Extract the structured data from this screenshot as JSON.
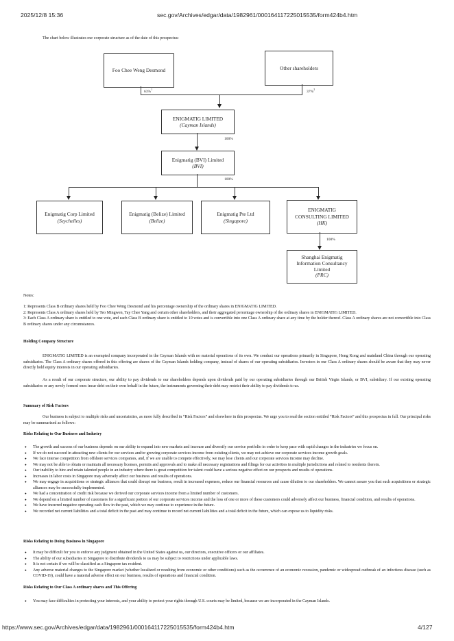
{
  "browser_header": {
    "datetime": "2025/12/8 15:36",
    "url_title": "sec.gov/Archives/edgar/data/1982961/000164117225015535/form424b4.htm"
  },
  "intro": "The chart below illustrates our corporate structure as of the date of this prospectus:",
  "diagram": {
    "shareholder_1": "Foo Chee Weng Desmond",
    "shareholder_2": "Other shareholders",
    "pct_1": "63%",
    "pct_1_note": "1",
    "pct_2": "37%",
    "pct_2_note": "2",
    "parent": {
      "name": "ENIGMATIG LIMITED",
      "jurisdiction": "(Cayman Islands)"
    },
    "parent_to_bvi_pct": "100%",
    "bvi": {
      "name": "Enigmatig (BVI) Limited",
      "jurisdiction": "(BVI)"
    },
    "bvi_to_subs_pct": "100%",
    "subsidiaries": [
      {
        "name": "Enigmatig Corp Limited",
        "jurisdiction": "(Seychelles)"
      },
      {
        "name": "Enigmatig (Belize) Limited",
        "jurisdiction": "(Belize)"
      },
      {
        "name": "Enigmatig Pte Ltd",
        "jurisdiction": "(Singapore)"
      },
      {
        "name_line1": "ENIGMATIG",
        "name_line2": "CONSULTING LIMITED",
        "jurisdiction": "(HK)"
      }
    ],
    "hk_to_shanghai_pct": "100%",
    "shanghai": {
      "line1": "Shanghai Enigmatig",
      "line2": "Information Consultancy",
      "line3": "Limited",
      "jurisdiction": "(PRC)"
    }
  },
  "notes": {
    "title": "Notes:",
    "items": [
      "1: Represents Class B ordinary shares held by Foo Chee Weng Desmond and his percentage ownership of the ordinary shares in ENIGMATIG LIMITED.",
      "2: Represents Class A ordinary shares held by Teo Mingwen, Tay Chee Yang and certain other shareholders, and their aggregated percentage ownership of the ordinary shares in ENIGMATIG LIMITED.",
      "3: Each Class A ordinary share is entitled to one vote, and each Class B ordinary share is entitled to 10 votes and is convertible into one Class A ordinary share at any time by the holder thereof. Class A ordinary shares are not convertible into Class B ordinary shares under any circumstances."
    ]
  },
  "holding": {
    "heading": "Holding Company Structure",
    "p1": "ENIGMATIG LIMITED is an exempted company incorporated in the Cayman Islands with no material operations of its own. We conduct our operations primarily in Singapore, Hong Kong and mainland China through our operating subsidiaries. The Class A ordinary shares offered in this offering are shares of the Cayman Islands holding company, instead of shares of our operating subsidiaries. Investors in our Class A ordinary shares should be aware that they may never directly hold equity interests in our operating subsidiaries.",
    "p2": "As a result of our corporate structure, our ability to pay dividends to our shareholders depends upon dividends paid by our operating subsidiaries through our British Virgin Islands, or BVI, subsidiary. If our existing operating subsidiaries or any newly formed ones incur debt on their own behalf in the future, the instruments governing their debt may restrict their ability to pay dividends to us."
  },
  "summary": {
    "heading": "Summary of Risk Factors",
    "p1": "Our business is subject to multiple risks and uncertainties, as more fully described in “Risk Factors” and elsewhere in this prospectus. We urge you to read the section entitled “Risk Factors” and this prospectus in full. Our principal risks may be summarized as follows:"
  },
  "risks_business": {
    "heading": "Risks Relating to Our Business and Industry",
    "items": [
      "The growth and success of our business depends on our ability to expand into new markets and increase and diversify our service portfolio in order to keep pace with rapid changes in the industries we focus on.",
      "If we do not succeed in attracting new clients for our services and/or growing corporate services income from existing clients, we may not achieve our corporate services income growth goals.",
      "We face intense competition from offshore services companies, and, if we are unable to compete effectively, we may lose clients and our corporate services income may decline.",
      "We may not be able to obtain or maintain all necessary licenses, permits and approvals and to make all necessary registrations and filings for our activities in multiple jurisdictions and related to residents therein.",
      "Our inability to hire and retain talented people in an industry where there is great competition for talent could have a serious negative effect on our prospects and results of operations.",
      "Increases in labor costs in Singapore may adversely affect our business and results of operations.",
      "We may engage in acquisitions or strategic alliances that could disrupt our business, result in increased expenses, reduce our financial resources and cause dilution to our shareholders. We cannot assure you that such acquisitions or strategic alliances may be successfully implemented.",
      "We had a concentration of credit risk because we derived our corporate services income from a limited number of customers.",
      "We depend on a limited number of customers for a significant portion of our corporate services income and the loss of one or more of these customers could adversely affect our business, financial condition, and results of operations.",
      "We have incurred negative operating cash flow in the past, which we may continue to experience in the future.",
      "We recorded net current liabilities and a total deficit in the past and may continue to record net current liabilities and a total deficit in the future, which can expose us to liquidity risks."
    ]
  },
  "risks_singapore": {
    "heading": "Risks Relating to Doing Business in Singapore",
    "items": [
      "It may be difficult for you to enforce any judgment obtained in the United States against us, our directors, executive officers or our affiliates.",
      "The ability of our subsidiaries in Singapore to distribute dividends to us may be subject to restrictions under applicable laws.",
      "It is not certain if we will be classified as a Singapore tax resident.",
      "Any adverse material changes to the Singapore market (whether localized or resulting from economic or other conditions) such as the occurrence of an economic recession, pandemic or widespread outbreak of an infectious disease (such as COVID-19), could have a material adverse effect on our business, results of operations and financial condition."
    ]
  },
  "risks_offering": {
    "heading": "Risks Relating to Our Class A ordinary shares and This Offering",
    "items": [
      "You may face difficulties in protecting your interests, and your ability to protect your rights through U.S. courts may be limited, because we are incorporated in the Cayman Islands."
    ]
  },
  "browser_footer": {
    "url": "https://www.sec.gov/Archives/edgar/data/1982961/000164117225015535/form424b4.htm",
    "page": "4/127"
  }
}
